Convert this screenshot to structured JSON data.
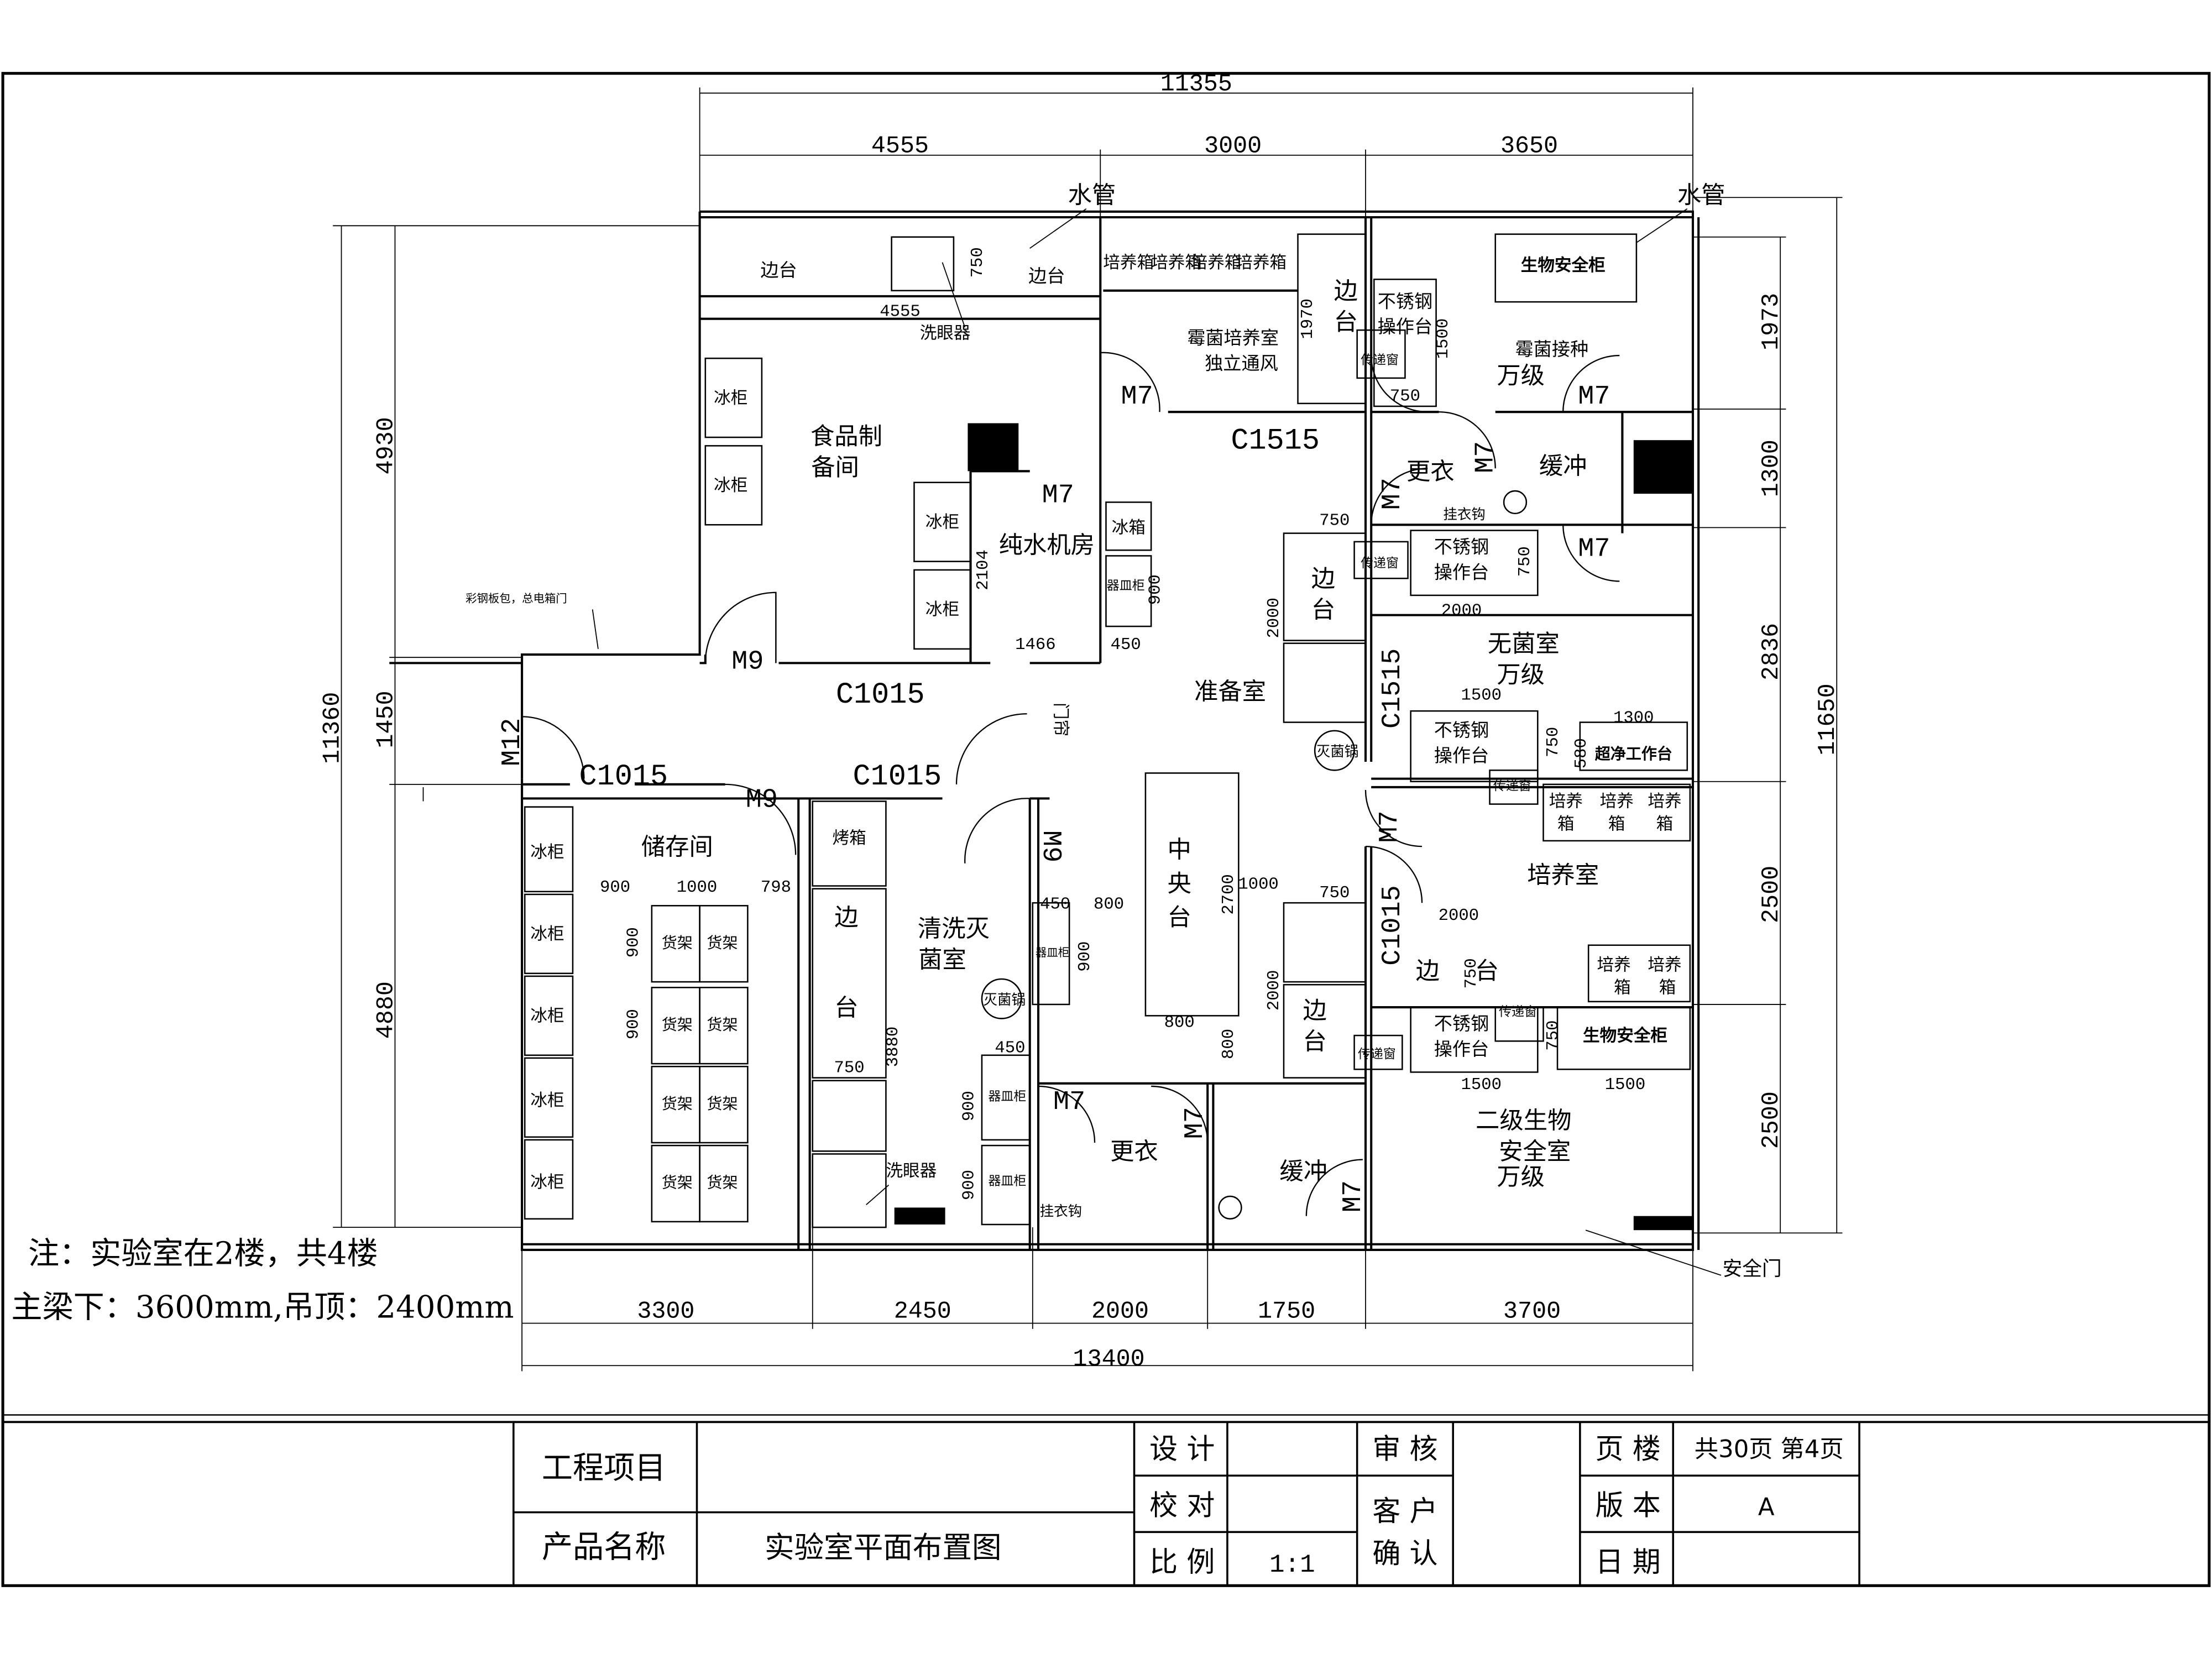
{
  "dims": {
    "top_total": "11355",
    "top": [
      "4555",
      "3000",
      "3650"
    ],
    "bottom": [
      "3300",
      "2450",
      "2000",
      "1750",
      "3700"
    ],
    "bottom_total": "13400",
    "left_total": "11360",
    "left": [
      "4930",
      "1450",
      "4880"
    ],
    "right_total": "11650",
    "right": [
      "1973",
      "1300",
      "2836",
      "2500",
      "2500"
    ]
  },
  "rooms": {
    "food_prep": "食品制",
    "food_prep2": "备间",
    "pure_water": "纯水机房",
    "mold_culture": "霉菌培养室",
    "mold_culture2": "独立通风",
    "mold_inoc": "霉菌接种",
    "mold_inoc2": "万级",
    "change1": "更衣",
    "buffer1": "缓冲",
    "sterile": "无菌室",
    "sterile2": "万级",
    "prep": "准备室",
    "storage": "储存间",
    "wash": "清洗灭",
    "wash2": "菌室",
    "culture": "培养室",
    "bsl2": "二级生物",
    "bsl2b": "安全室",
    "bsl2c": "万级",
    "change2": "更衣",
    "buffer2": "缓冲"
  },
  "labels": {
    "water_pipe": "水管",
    "side_counter": "边台",
    "side_counter_a": "边",
    "side_counter_b": "台",
    "eyewash": "洗眼器",
    "fridge": "冰柜",
    "fridge2": "冰箱",
    "incubator": "培养箱",
    "incubator_a": "培养",
    "incubator_b": "箱",
    "bsc": "生物安全柜",
    "ss_bench": "不锈钢",
    "ss_bench2": "操作台",
    "pass_box": "传递窗",
    "hanger": "挂衣钩",
    "autoclave": "灭菌锅",
    "central_a": "中",
    "central_b": "央",
    "central_c": "台",
    "oven": "烤箱",
    "shelf": "货架",
    "cabinet": "器皿柜",
    "clean_bench": "超净工作台",
    "safety_door": "安全门",
    "panel_note": "彩钢板包，总电箱门",
    "door_m7": "M7",
    "door_m9": "M9",
    "door_m12": "M12",
    "win_c1515": "C1515",
    "win_c1015": "C1015",
    "door_curtain": "门帘",
    "d750": "750",
    "d1970": "1970",
    "d1500": "1500",
    "d2104": "2104",
    "d1466": "1466",
    "d450": "450",
    "d900": "900",
    "d2000": "2000",
    "d580": "580",
    "d1300": "1300",
    "d1000": "1000",
    "d798": "798",
    "d800": "800",
    "d2700": "2700",
    "d3880": "3880",
    "d4555": "4555"
  },
  "notes": {
    "line1": "注：实验室在2楼，共4楼",
    "line2": "主梁下：3600mm,吊顶：2400mm"
  },
  "titleblock": {
    "project_label": "工程项目",
    "product_label": "产品名称",
    "product_value": "实验室平面布置图",
    "design": "设 计",
    "check": "校 对",
    "scale": "比 例",
    "scale_value": "1:1",
    "review": "审 核",
    "client": "客 户",
    "confirm": "确 认",
    "pages": "页 楼",
    "pages_value": "共30页  第4页",
    "version": "版 本",
    "version_value": "A",
    "date": "日 期"
  }
}
